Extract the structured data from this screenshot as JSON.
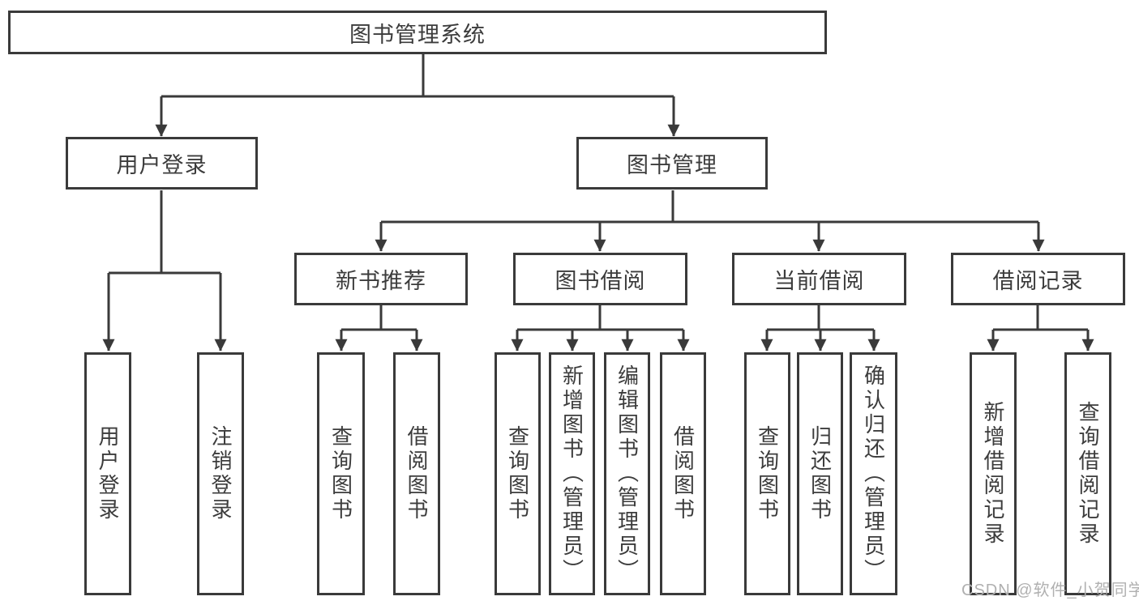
{
  "colors": {
    "line": "#3a3a3a",
    "text": "#3c3c3c",
    "box_background": "#ffffff",
    "watermark": "#b0b0b0",
    "background": "#ffffff"
  },
  "watermark": "CSDN @软件_小贺同学",
  "tree": {
    "label": "图书管理系统",
    "children": [
      {
        "label": "用户登录",
        "children": [
          {
            "label": "用户登录"
          },
          {
            "label": "注销登录"
          }
        ]
      },
      {
        "label": "图书管理",
        "children": [
          {
            "label": "新书推荐",
            "children": [
              {
                "label": "查询图书"
              },
              {
                "label": "借阅图书"
              }
            ]
          },
          {
            "label": "图书借阅",
            "children": [
              {
                "label": "查询图书"
              },
              {
                "label": "新增图书（管理员）"
              },
              {
                "label": "编辑图书（管理员）"
              },
              {
                "label": "借阅图书"
              }
            ]
          },
          {
            "label": "当前借阅",
            "children": [
              {
                "label": "查询图书"
              },
              {
                "label": "归还图书"
              },
              {
                "label": "确认归还（管理员）"
              }
            ]
          },
          {
            "label": "借阅记录",
            "children": [
              {
                "label": "新增借阅记录"
              },
              {
                "label": "查询借阅记录"
              }
            ]
          }
        ]
      }
    ]
  }
}
